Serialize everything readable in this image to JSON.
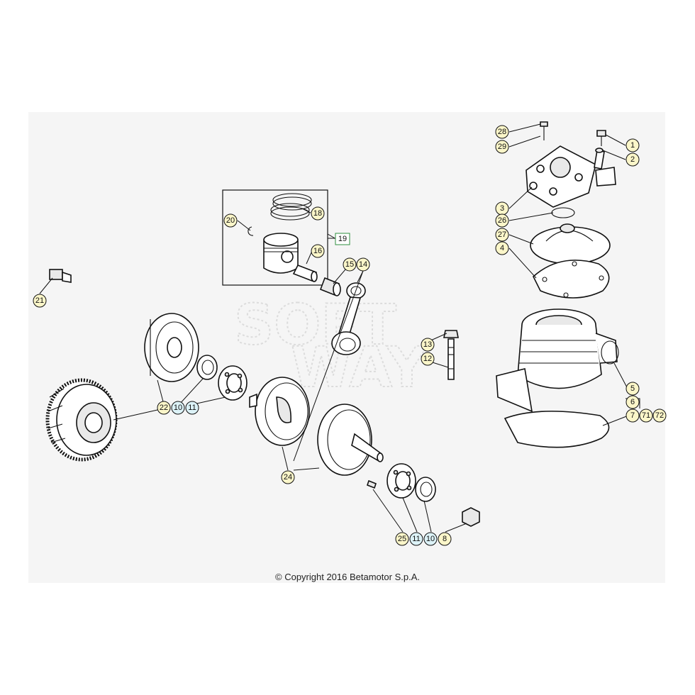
{
  "copyright": "© Copyright 2016 Betamotor S.p.A.",
  "watermark": "SOFT WAY",
  "colors": {
    "callout_fill_yellow": "#fbf6c9",
    "callout_fill_blue": "#dcf2f7",
    "callout_border_teal": "#2bb3c8",
    "callout_box_green": "#2f8f3f",
    "sheet_background": "#f5f5f5"
  },
  "callouts": [
    {
      "id": "c1",
      "label": "1"
    },
    {
      "id": "c2",
      "label": "2"
    },
    {
      "id": "c3",
      "label": "3"
    },
    {
      "id": "c4",
      "label": "4"
    },
    {
      "id": "c5",
      "label": "5"
    },
    {
      "id": "c6",
      "label": "6"
    },
    {
      "id": "c7",
      "label": "7"
    },
    {
      "id": "c71",
      "label": "71"
    },
    {
      "id": "c72",
      "label": "72"
    },
    {
      "id": "c8",
      "label": "8"
    },
    {
      "id": "c10a",
      "label": "10"
    },
    {
      "id": "c10b",
      "label": "10"
    },
    {
      "id": "c11a",
      "label": "11"
    },
    {
      "id": "c11b",
      "label": "11"
    },
    {
      "id": "c12",
      "label": "12"
    },
    {
      "id": "c13",
      "label": "13"
    },
    {
      "id": "c14",
      "label": "14"
    },
    {
      "id": "c15",
      "label": "15"
    },
    {
      "id": "c16",
      "label": "16"
    },
    {
      "id": "c18",
      "label": "18"
    },
    {
      "id": "c19",
      "label": "19"
    },
    {
      "id": "c20",
      "label": "20"
    },
    {
      "id": "c21",
      "label": "21"
    },
    {
      "id": "c22",
      "label": "22"
    },
    {
      "id": "c24",
      "label": "24"
    },
    {
      "id": "c25",
      "label": "25"
    },
    {
      "id": "c26",
      "label": "26"
    },
    {
      "id": "c27",
      "label": "27"
    },
    {
      "id": "c28",
      "label": "28"
    },
    {
      "id": "c29",
      "label": "29"
    }
  ]
}
